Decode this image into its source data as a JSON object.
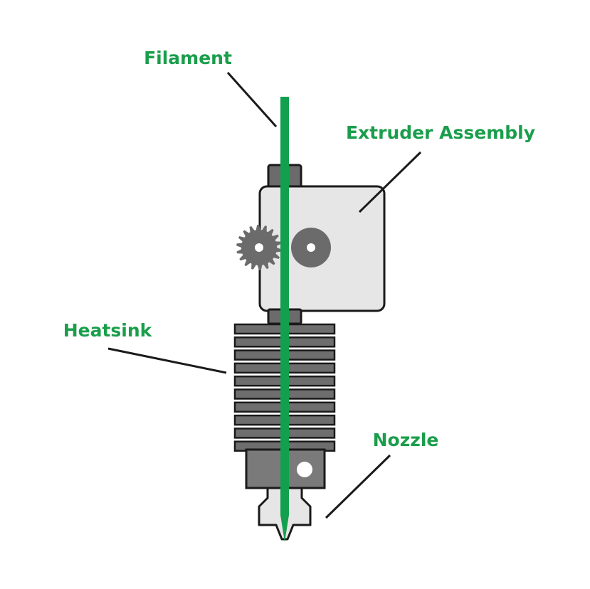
{
  "labels": {
    "filament": "Filament",
    "extruder_assembly": "Extruder Assembly",
    "heatsink": "Heatsink",
    "nozzle": "Nozzle"
  },
  "colors": {
    "label": "#1a9e4b",
    "filament": "#13a04e",
    "outline": "#1a1a1a",
    "light_fill": "#e6e6e6",
    "dark_fill": "#6b6b6b",
    "heatsink_fin": "#6e6e6e",
    "leader_line": "#1a1a1a"
  }
}
